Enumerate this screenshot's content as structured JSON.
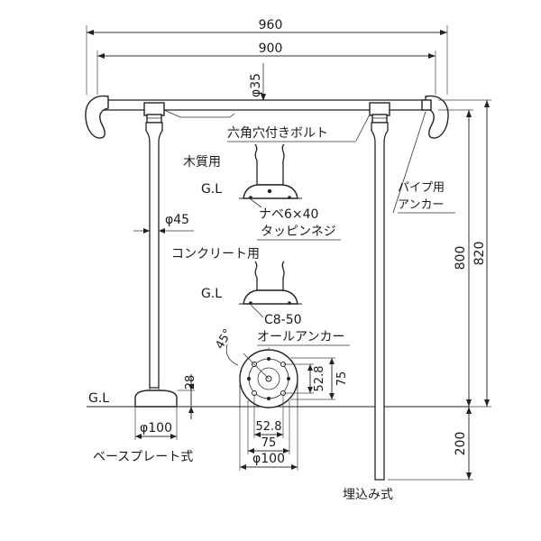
{
  "labels": {
    "dim_960": "960",
    "dim_900": "900",
    "dim_phi35": "φ35",
    "hex_bolt": "六角穴付きボルト",
    "wood_use": "木質用",
    "gl_wood": "G.L",
    "nabe_screw": "ナベ6×40",
    "tapping_screw": "タッピンネジ",
    "dim_phi45": "φ45",
    "concrete_use": "コンクリート用",
    "gl_concrete": "G.L",
    "c8_50": "C8-50",
    "all_anchor": "オールアンカー",
    "angle_45": "45°",
    "dim_28": "28",
    "gl_base": "G.L",
    "dim_phi100_base": "φ100",
    "base_plate_type": "ベースプレート式",
    "dim_52_8_v": "52.8",
    "dim_75_v": "75",
    "dim_52_8_h": "52.8",
    "dim_75_h": "75",
    "dim_phi100_plate": "φ100",
    "pipe_anchor_1": "パイプ用",
    "pipe_anchor_2": "アンカー",
    "dim_800": "800",
    "dim_820": "820",
    "dim_200": "200",
    "embedded_type": "埋込み式"
  }
}
